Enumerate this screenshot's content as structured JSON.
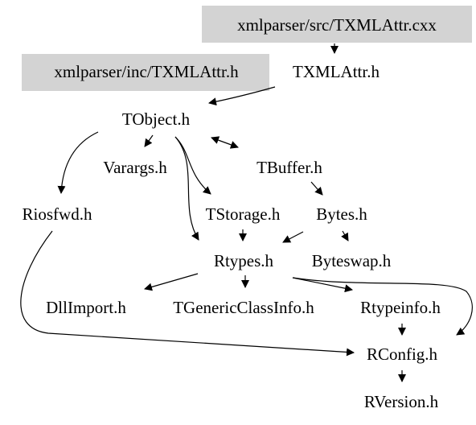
{
  "diagram": {
    "background": "#ffffff",
    "box_fill": "#d3d3d3",
    "edge_color": "#000000",
    "nodes": {
      "txmlattr_cxx": "xmlparser/src/TXMLAttr.cxx",
      "txmlattr_inc": "xmlparser/inc/TXMLAttr.h",
      "txmlattr_h": "TXMLAttr.h",
      "tobject": "TObject.h",
      "varargs": "Varargs.h",
      "tbuffer": "TBuffer.h",
      "riosfwd": "Riosfwd.h",
      "tstorage": "TStorage.h",
      "bytes": "Bytes.h",
      "rtypes": "Rtypes.h",
      "byteswap": "Byteswap.h",
      "dllimport": "DllImport.h",
      "tgenericclassinfo": "TGenericClassInfo.h",
      "rtypeinfo": "Rtypeinfo.h",
      "rconfig": "RConfig.h",
      "rversion": "RVersion.h"
    }
  }
}
